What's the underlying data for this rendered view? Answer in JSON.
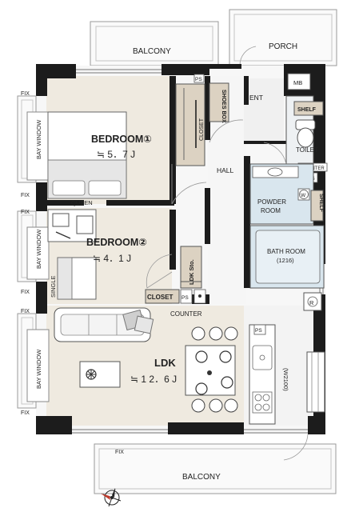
{
  "outdoor": {
    "balcony_top": "BALCONY",
    "balcony_bottom": "BALCONY",
    "porch": "PORCH"
  },
  "rooms": {
    "bedroom1": {
      "name": "BEDROOM①",
      "size": "≒ 5．7 J"
    },
    "bedroom2": {
      "name": "BEDROOM②",
      "size": "≒ 4．1 J"
    },
    "ldk": {
      "name": "LDK",
      "size": "≒ 1 2．6 J"
    },
    "toilet": "TOILET",
    "powder": "POWDER ROOM",
    "bath": "BATH ROOM",
    "bath_size": "(1216)",
    "hall": "HALL",
    "entrance": "ENT"
  },
  "fixtures": {
    "closet": "CLOSET",
    "shoes_box": "SHOES BOX",
    "ldk_storage": "LDK Sto.",
    "shelf": "SHELF",
    "counter": "COUNTER",
    "ps": "PS",
    "mb": "MB",
    "refrigerator": "R",
    "washer": "W",
    "kitchen_width": "(W2100)",
    "bay_window": "BAY WINDOW",
    "fix": "FIX",
    "queen": "QUEEN",
    "single": "SINGLE"
  }
}
